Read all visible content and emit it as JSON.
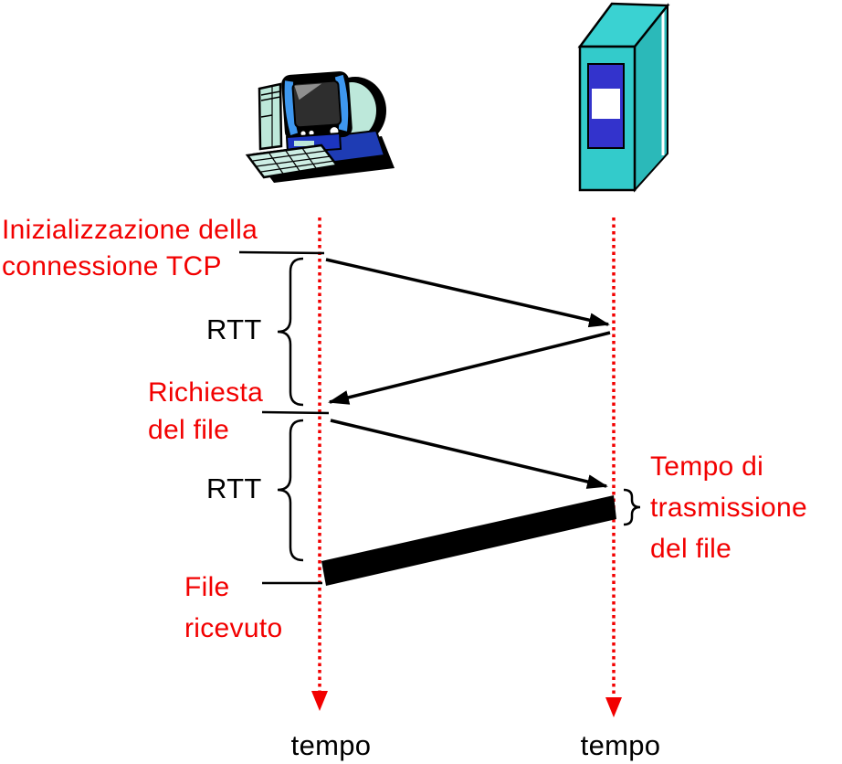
{
  "diagram": {
    "description": "Timeline of an HTTP file transfer over TCP between a client and a server",
    "client": {
      "icon": "desktop-computer-icon"
    },
    "server": {
      "icon": "server-tower-icon"
    },
    "annotations": {
      "tcp_init": "Inizializzazione della\nconnessione TCP",
      "rtt_top": "RTT",
      "file_request": "Richiesta\ndel file",
      "rtt_bottom": "RTT",
      "file_received": "File\nricevuto",
      "transmission_time": "Tempo di\ntrasmissione\ndel file",
      "client_time_axis": "tempo",
      "server_time_axis": "tempo"
    },
    "colors": {
      "accent_red": "#f20000",
      "line_black": "#000000",
      "server_teal": "#33cbcb",
      "server_teal_top": "#3ad2d2",
      "server_teal_side": "#2bb9b9",
      "server_panel_blue": "#3333cc",
      "computer_aqua": "#bde8da",
      "computer_blue_bright": "#3e97ef",
      "computer_blue_deep": "#1e3cb4",
      "screen_gray": "#2e2e2e"
    }
  }
}
